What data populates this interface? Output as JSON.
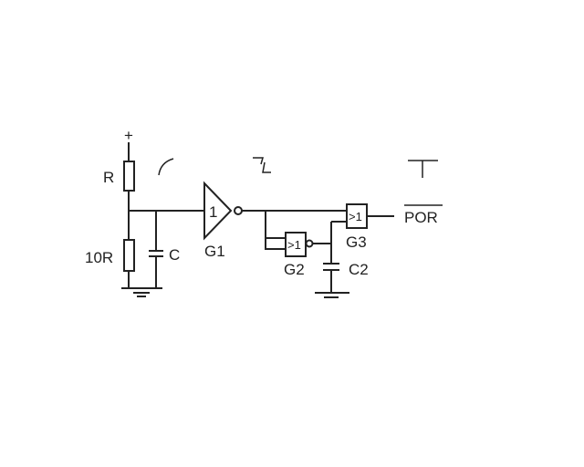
{
  "supply": {
    "label": "+"
  },
  "resistors": [
    {
      "label": "R"
    },
    {
      "label": "10R"
    }
  ],
  "capacitors": [
    {
      "label": "C"
    },
    {
      "label": "C2"
    }
  ],
  "gates": [
    {
      "name": "G1",
      "symbol": "1",
      "type": "inverter"
    },
    {
      "name": "G2",
      "symbol": ">1",
      "type": "nor"
    },
    {
      "name": "G3",
      "symbol": ">1",
      "type": "or"
    }
  ],
  "output": {
    "label": "POR",
    "overline": true
  }
}
